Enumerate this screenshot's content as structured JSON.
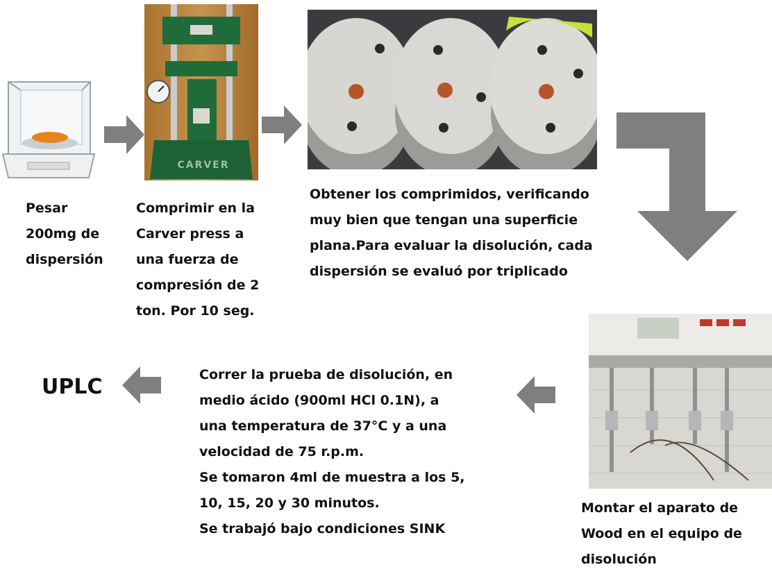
{
  "steps": {
    "weigh": {
      "lines": [
        "Pesar",
        "200mg de",
        "dispersión"
      ]
    },
    "compress": {
      "lines": [
        "Comprimir en la",
        "Carver press a",
        "una fuerza de",
        "compresión de 2",
        "ton. Por 10 seg."
      ]
    },
    "tablets": {
      "lines": [
        "Obtener los comprimidos, verificando",
        "muy bien que tengan una superficie",
        "plana.Para evaluar la disolución, cada",
        "dispersión se evaluó por triplicado"
      ]
    },
    "mount": {
      "lines": [
        "Montar el aparato de",
        "Wood en el equipo de",
        "disolución"
      ]
    },
    "dissolution": {
      "lines": [
        "Correr la prueba de disolución, en",
        "medio ácido (900ml HCl 0.1N), a",
        "una temperatura de 37°C y a una",
        "velocidad de 75 r.p.m.",
        "Se tomaron 4ml de muestra a los 5,",
        "10, 15, 20 y 30 minutos.",
        "Se trabajó bajo condiciones SINK"
      ]
    },
    "uplc": {
      "label": "UPLC"
    }
  },
  "photos": {
    "press_brand": "CARVER"
  },
  "colors": {
    "arrow": "#7f7f7f",
    "press_green": "#1f6b3a",
    "tablet_gray": "#d7d6d2",
    "tablet_core": "#b5562a"
  }
}
